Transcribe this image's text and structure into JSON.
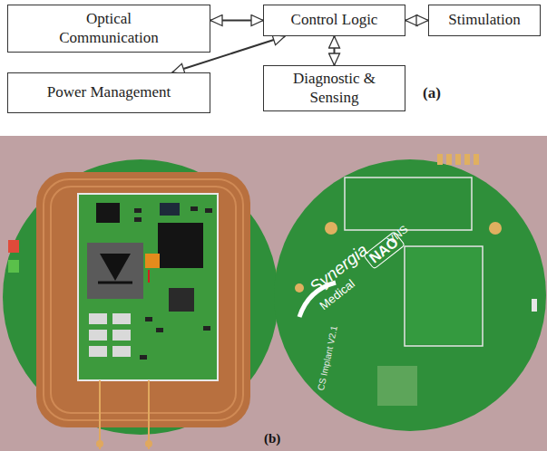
{
  "diagram": {
    "nodes": [
      {
        "text": [
          "Optical Communication"
        ]
      },
      {
        "text": [
          "Control Logic"
        ]
      },
      {
        "text": [
          "Stimulation"
        ]
      },
      {
        "text": [
          "Power Management"
        ]
      },
      {
        "text": [
          "Diagnostic & Sensing"
        ]
      }
    ],
    "edges": [
      {
        "from": 0,
        "to": 1,
        "arrow": "both"
      },
      {
        "from": 1,
        "to": 2,
        "arrow": "both"
      },
      {
        "from": 3,
        "to": 1,
        "arrow": "both"
      },
      {
        "from": 1,
        "to": 4,
        "arrow": "both"
      }
    ],
    "labels": [
      "(a)",
      "Synergia",
      "Medical",
      "NAO",
      "VNS",
      "CS Implant V2.1",
      "(b)"
    ]
  }
}
